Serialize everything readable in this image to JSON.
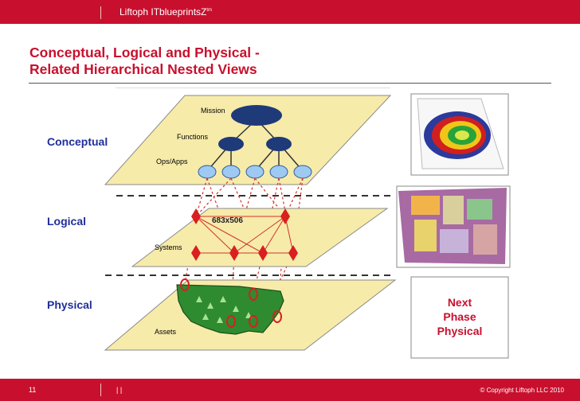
{
  "header": {
    "brand": "Liftoph ITblueprintsZ",
    "brand_sup": "tm"
  },
  "slide": {
    "title_line1": "Conceptual, Logical and Physical -",
    "title_line2": "Related Hierarchical Nested Views"
  },
  "layers": {
    "conceptual": "Conceptual",
    "logical": "Logical",
    "physical": "Physical"
  },
  "diagram": {
    "mission": "Mission",
    "functions": "Functions",
    "ops_apps": "Ops/Apps",
    "systems": "Systems",
    "size_note": "683x506",
    "assets": "Assets"
  },
  "next_phase": {
    "line1": "Next",
    "line2": "Phase",
    "line3": "Physical"
  },
  "footer": {
    "page": "11",
    "bars": "|   |",
    "copyright": "© Copyright Liftoph LLC 2010"
  },
  "colors": {
    "brand_red": "#c8102e",
    "label_blue": "#1f2f9a",
    "plane_fill": "#f7ebaa"
  }
}
